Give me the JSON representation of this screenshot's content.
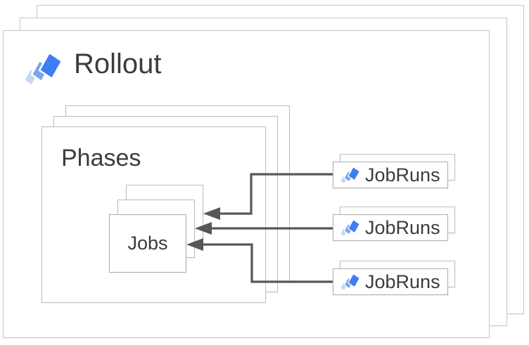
{
  "rollout": {
    "label": "Rollout"
  },
  "phases": {
    "label": "Phases"
  },
  "jobs": {
    "label": "Jobs"
  },
  "jobruns": {
    "items": [
      {
        "label": "JobRuns"
      },
      {
        "label": "JobRuns"
      },
      {
        "label": "JobRuns"
      }
    ]
  },
  "colors": {
    "icon_dark": "#3E7DF2",
    "icon_medium": "#7BA4F3",
    "icon_light": "#C5D7F8",
    "icon_gap": "#FFFFFF",
    "arrow": "#55575B",
    "border_outer": "#C8C8C8",
    "border_inner": "#AEAEAE",
    "text": "#3A3C3F",
    "background": "#FFFFFF"
  }
}
